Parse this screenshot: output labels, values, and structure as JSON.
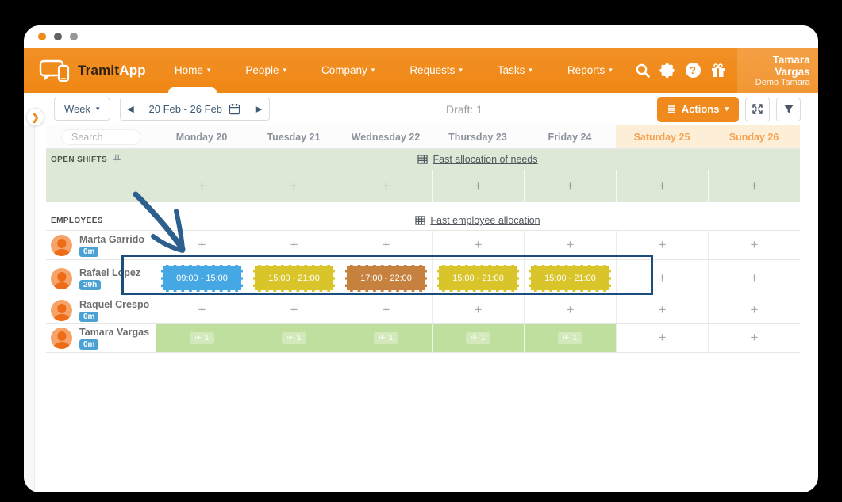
{
  "nav": {
    "brand": {
      "primary": "Tramit",
      "secondary": "App"
    },
    "items": [
      {
        "label": "Home"
      },
      {
        "label": "People"
      },
      {
        "label": "Company"
      },
      {
        "label": "Requests"
      },
      {
        "label": "Tasks"
      },
      {
        "label": "Reports"
      }
    ],
    "user": {
      "name": "Tamara Vargas",
      "subtitle": "Demo Tamara"
    },
    "help_glyph": "?"
  },
  "toolbar": {
    "view_selector": "Week",
    "date_range": "20 Feb - 26 Feb",
    "draft_label": "Draft: 1",
    "actions_label": "Actions"
  },
  "schedule": {
    "search_placeholder": "Search",
    "plus": "+",
    "days": [
      {
        "label": "Monday 20"
      },
      {
        "label": "Tuesday 21"
      },
      {
        "label": "Wednesday 22"
      },
      {
        "label": "Thursday 23"
      },
      {
        "label": "Friday 24"
      },
      {
        "label": "Saturday 25"
      },
      {
        "label": "Sunday 26"
      }
    ],
    "open_shifts": {
      "label": "OPEN SHIFTS",
      "link": "Fast allocation of needs"
    },
    "employees_section": {
      "label": "EMPLOYEES",
      "link": "Fast employee allocation"
    },
    "employees": [
      {
        "name": "Marta Garrido",
        "badge": "0m"
      },
      {
        "name": "Rafael López",
        "badge": "29h",
        "shifts": [
          {
            "time": "09:00 - 15:00",
            "color": "#45a7e3"
          },
          {
            "time": "15:00 - 21:00",
            "color": "#d9c52a"
          },
          {
            "time": "17:00 - 22:00",
            "color": "#c6813f"
          },
          {
            "time": "15:00 - 21:00",
            "color": "#d9c52a"
          },
          {
            "time": "15:00 - 21:00",
            "color": "#d9c52a"
          }
        ]
      },
      {
        "name": "Raquel Crespo",
        "badge": "0m"
      },
      {
        "name": "Tamara Vargas",
        "badge": "0m",
        "leave": {
          "icon": "✈",
          "count": "1"
        }
      }
    ],
    "colors": {
      "open_shifts_band": "#dde9d6",
      "vacation_cell": "#bedf9d",
      "weekend_header_bg": "#fdeed8",
      "weekend_header_text": "#f5a351",
      "brand_orange": "#f18a1d",
      "badge_blue": "#4ba1d3",
      "annotation_blue": "#1c4e7d"
    }
  }
}
